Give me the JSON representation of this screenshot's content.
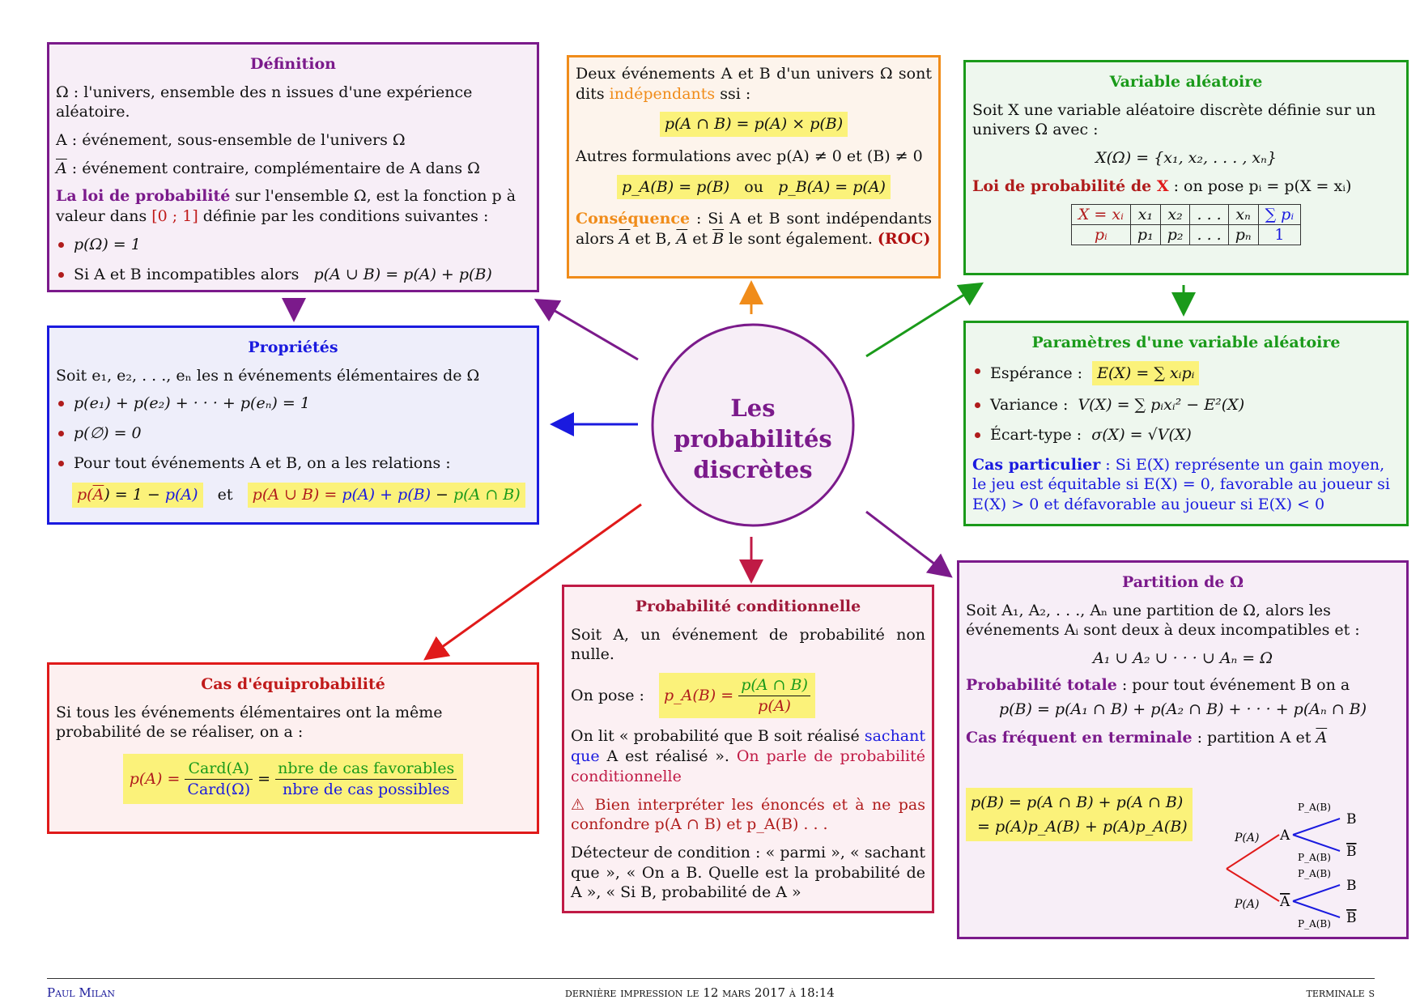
{
  "center": {
    "line1": "Les probabilités",
    "line2": "discrètes"
  },
  "definition": {
    "title": "Définition",
    "l1": "Ω : l'univers, ensemble des n issues d'une expérience aléatoire.",
    "l2": "A : événement, sous-ensemble de l'univers Ω",
    "l3_a": "A",
    "l3_b": " : événement contraire, complémentaire de A dans Ω",
    "loi_kw": "La loi de probabilité",
    "loi_text_a": " sur l'ensemble Ω, est la fonction p à valeur dans ",
    "loi_interval": "[0 ; 1]",
    "loi_text_b": " définie par les conditions suivantes :",
    "b1": "p(Ω) = 1",
    "b2_text": "Si A et B incompatibles alors",
    "b2_formula": "p(A ∪ B) = p(A) + p(B)"
  },
  "independance": {
    "intro_a": "Deux événements A et B d'un univers Ω sont dits ",
    "kw": "indépendants",
    "intro_b": " ssi :",
    "f1": "p(A ∩ B) = p(A) × p(B)",
    "autres": "Autres formulations avec p(A) ≠ 0 et (B) ≠ 0",
    "f2_left": "p_A(B) = p(B)",
    "f2_ou": "ou",
    "f2_right": "p_B(A) = p(A)",
    "cons_kw": "Conséquence",
    "cons_a": " : Si A et B sont indépendants alors ",
    "cons_b": "A",
    "cons_c": " et B, ",
    "cons_d": "A",
    "cons_e": " et ",
    "cons_f": "B",
    "cons_g": " le sont également. ",
    "roc": "(ROC)"
  },
  "variable": {
    "title": "Variable aléatoire",
    "text": "Soit X une variable aléatoire discrète définie sur un univers Ω avec :",
    "formula": "X(Ω) = {x₁, x₂, . . . , xₙ}",
    "loi_kw": "Loi de probabilité de",
    "loi_x": " X",
    "loi_text": " :   on pose pᵢ = p(X = xᵢ)",
    "table": {
      "row1": [
        "X = xᵢ",
        "x₁",
        "x₂",
        ". . .",
        "xₙ",
        "∑ pᵢ"
      ],
      "row2": [
        "pᵢ",
        "p₁",
        "p₂",
        ". . .",
        "pₙ",
        "1"
      ]
    }
  },
  "proprietes": {
    "title": "Propriétés",
    "intro": "Soit e₁, e₂, . . ., eₙ les n événements élémentaires de Ω",
    "b1": "p(e₁) + p(e₂) + · · · + p(eₙ) = 1",
    "b2": "p(∅) = 0",
    "b3": "Pour tout événements A et B, on a les relations :",
    "f1_a": "p(",
    "f1_b": "A",
    "f1_c": ") = 1 − ",
    "f1_d": "p(A)",
    "et": "et",
    "f2_a": "p(A ∪ B) = ",
    "f2_b": "p(A) + p(B)",
    "f2_c": " − ",
    "f2_d": "p(A ∩ B)"
  },
  "parametres": {
    "title": "Paramètres d'une variable aléatoire",
    "esp_label": "Espérance :",
    "esp_formula": "E(X) = ∑ xᵢpᵢ",
    "var_label": "Variance :",
    "var_formula": "V(X) = ∑ pᵢxᵢ² − E²(X)",
    "ecart_label": "Écart-type :",
    "ecart_formula": "σ(X) = √V(X)",
    "cas_kw": "Cas particulier",
    "cas_text": " : Si E(X) représente un gain moyen, le jeu est équitable si E(X) = 0, favorable au joueur si E(X) > 0 et défavorable au joueur si E(X) < 0"
  },
  "equiprob": {
    "title": "Cas d'équiprobabilité",
    "text": "Si tous les événements élémentaires ont la même probabilité de se réaliser, on a :",
    "lhs": "p(A) =",
    "num1": "Card(A)",
    "den1": "Card(Ω)",
    "eq": "=",
    "num2": "nbre de cas favorables",
    "den2": "nbre de cas possibles"
  },
  "conditionnelle": {
    "title": "Probabilité conditionnelle",
    "l1": "Soit A, un événement de probabilité non nulle.",
    "pose": "On pose :",
    "lhs": "p_A(B) =",
    "num": "p(A ∩ B)",
    "den": "p(A)",
    "lit_a": "On lit « probabilité que B soit réalisé ",
    "lit_kw": "sachant que",
    "lit_b": " A est réalisé ». ",
    "lit_c": "On parle de probabilité conditionnelle",
    "warn_icon": "⚠",
    "warn": " Bien interpréter les énoncés et à ne pas confondre p(A ∩ B) et p_A(B) . . .",
    "detect": "Détecteur de condition : « parmi », « sachant que », « On a B. Quelle est la probabilité de A », « Si B, probabilité de A »"
  },
  "partition": {
    "title": "Partition de Ω",
    "text": "Soit A₁, A₂, . . ., Aₙ une partition de Ω, alors les événements Aᵢ sont deux à deux incompatibles et :",
    "f1": "A₁ ∪ A₂ ∪ · · · ∪ Aₙ = Ω",
    "tot_kw": "Probabilité totale",
    "tot_text": " : pour tout événement B on a",
    "f2": "p(B) = p(A₁ ∩ B) + p(A₂ ∩ B) + · · · + p(Aₙ ∩ B)",
    "freq_kw": "Cas fréquent en terminale",
    "freq_text": " :   partition A et ",
    "freq_bar": "A",
    "tf1": "p(B) = p(A ∩ B) + p(A ∩ B)",
    "tf2": "= p(A)p_A(B) + p(A)p_A(B)",
    "tree": {
      "pa": "P(A)",
      "pabar": "P(A)",
      "a": "A",
      "abar": "A",
      "pab": "P_A(B)",
      "pabbar": "P_A(B)",
      "pabarb": "P_A(B)",
      "pabarbbar": "P_A(B)",
      "b1": "B",
      "b1bar": "B",
      "b2": "B",
      "b2bar": "B"
    }
  },
  "footer": {
    "author": "Paul Milan",
    "center": "dernière impression le  12 mars 2017  à  18:14",
    "right": "terminale s"
  },
  "colors": {
    "purple": "#7b1a8b",
    "orange": "#f08c1a",
    "green": "#1a9a1a",
    "blue": "#1a1adf",
    "red": "#e01a1a",
    "crimson": "#c01a45",
    "highlight": "#fbf27a"
  }
}
